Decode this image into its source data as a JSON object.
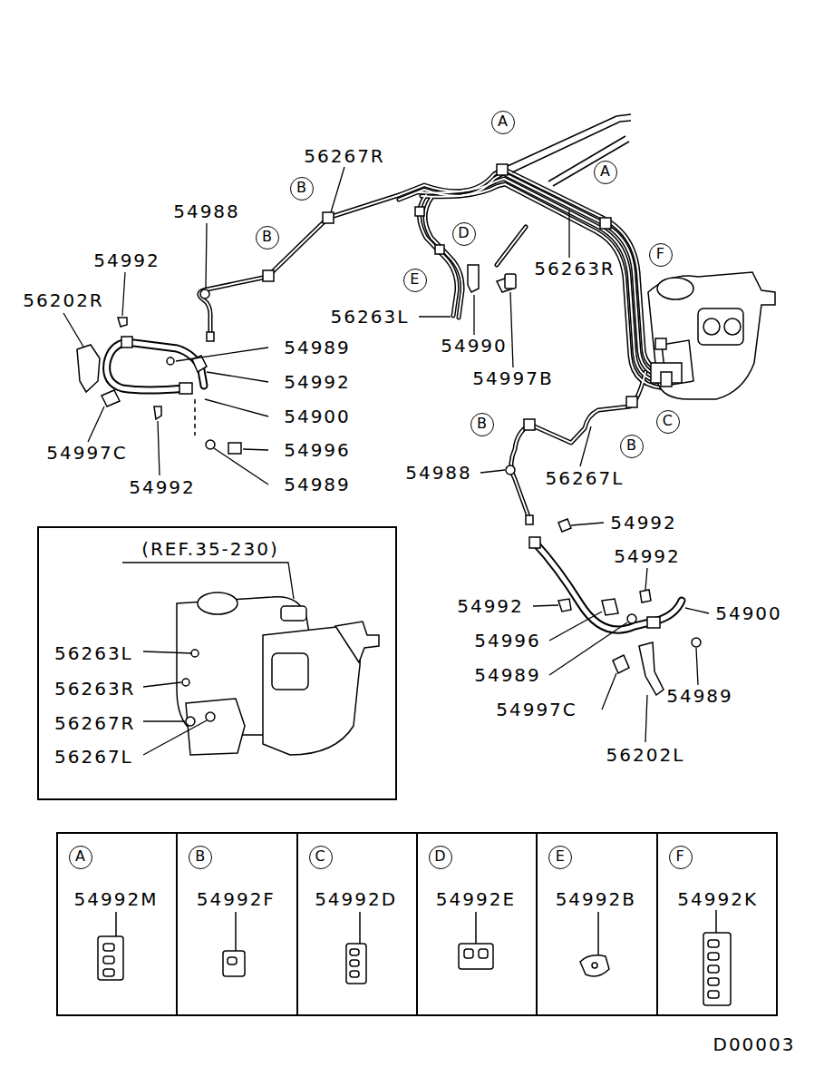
{
  "diagram": {
    "nodes": [
      {
        "text": [
          "A"
        ]
      },
      {
        "text": [
          "A"
        ]
      },
      {
        "text": [
          "B"
        ]
      },
      {
        "text": [
          "D"
        ]
      },
      {
        "text": [
          "B"
        ]
      },
      {
        "text": [
          "F"
        ]
      },
      {
        "text": [
          "E"
        ]
      },
      {
        "text": [
          "C"
        ]
      },
      {
        "text": [
          "B"
        ]
      },
      {
        "text": [
          "B"
        ]
      },
      {
        "text": [
          "(REF.35-230)",
          "56263L",
          "56263R",
          "56267R",
          "56267L"
        ]
      },
      {
        "text": [
          "54992M"
        ]
      },
      {
        "text": [
          "A"
        ],
        "in": 11
      },
      {
        "text": [
          "54992F"
        ]
      },
      {
        "text": [
          "B"
        ],
        "in": 13
      },
      {
        "text": [
          "54992D"
        ]
      },
      {
        "text": [
          "C"
        ],
        "in": 15
      },
      {
        "text": [
          "54992E"
        ]
      },
      {
        "text": [
          "D"
        ],
        "in": 17
      },
      {
        "text": [
          "54992B"
        ]
      },
      {
        "text": [
          "E"
        ],
        "in": 19
      },
      {
        "text": [
          "54992K"
        ]
      },
      {
        "text": [
          "F"
        ],
        "in": 21
      }
    ],
    "labels": [
      "56267R",
      "54988",
      "54992",
      "56202R",
      "56263L",
      "54990",
      "54997B",
      "56263R",
      "54989",
      "54992",
      "54900",
      "54996",
      "54989",
      "54997C",
      "54992",
      "54988",
      "56267L",
      "54992",
      "54992",
      "54992",
      "54900",
      "54996",
      "54989",
      "54989",
      "54997C",
      "56202L",
      "D00003"
    ]
  }
}
